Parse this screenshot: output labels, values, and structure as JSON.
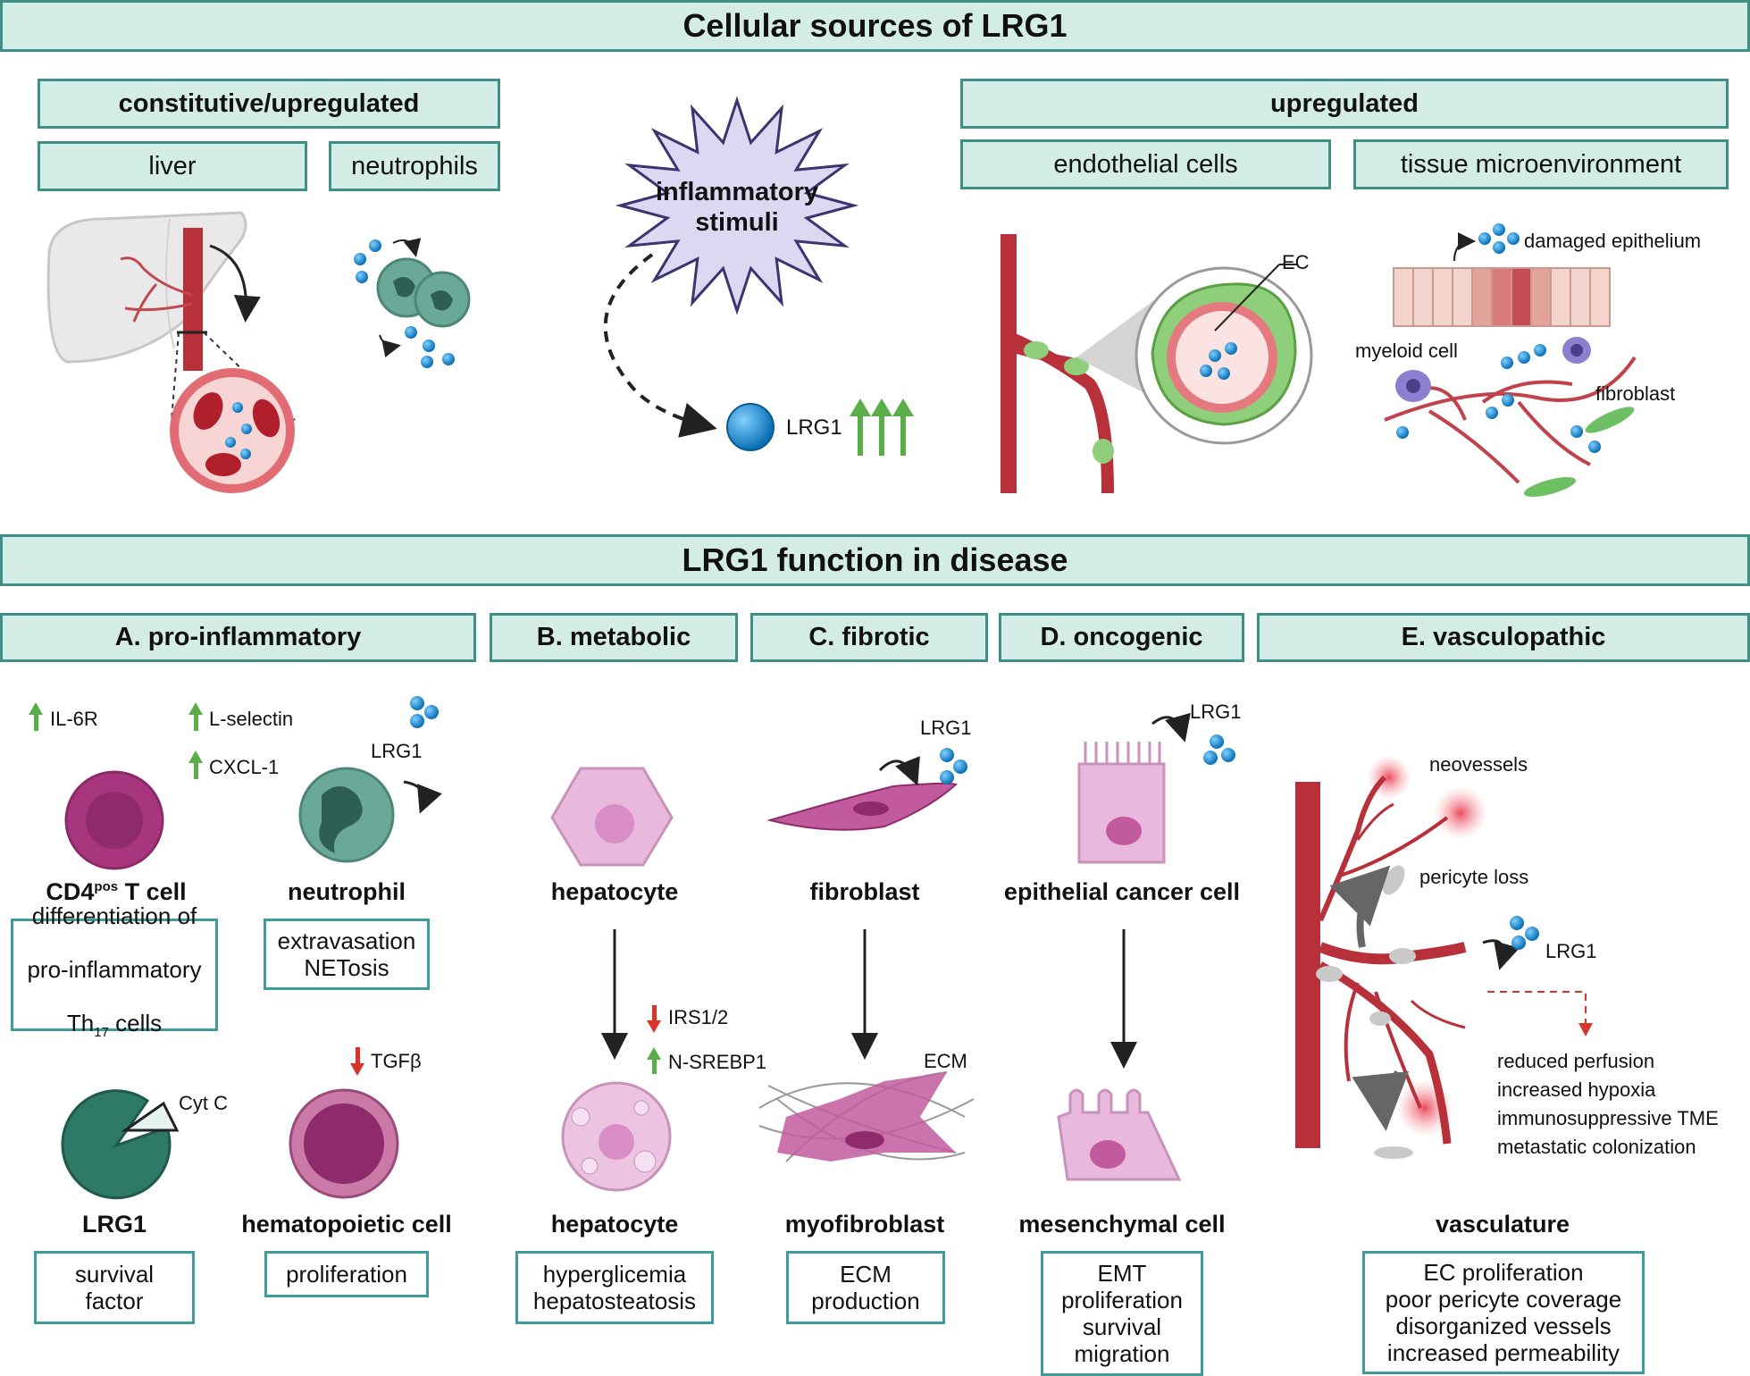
{
  "top": {
    "title": "Cellular sources of LRG1",
    "left_header": "constitutive/upregulated",
    "liver": "liver",
    "neutrophils": "neutrophils",
    "stimuli": "inflammatory stimuli",
    "lrg1": "LRG1",
    "right_header": "upregulated",
    "endothelial": "endothelial cells",
    "tissue": "tissue microenvironment",
    "ec": "EC",
    "damaged": "damaged epithelium",
    "myeloid": "myeloid cell",
    "fibroblast": "fibroblast"
  },
  "bottom": {
    "title": "LRG1 function in disease",
    "sections": [
      {
        "label": "A. pro-inflammatory"
      },
      {
        "label": "B. metabolic"
      },
      {
        "label": "C. fibrotic"
      },
      {
        "label": "D. oncogenic"
      },
      {
        "label": "E. vasculopathic"
      }
    ],
    "a": {
      "il6r": "IL-6R",
      "lselectin": "L-selectin",
      "cxcl1": "CXCL-1",
      "lrg1": "LRG1",
      "cd4_main": "CD4",
      "cd4_sup": "pos",
      "cd4_end": " T cell",
      "neutrophil": "neutrophil",
      "th17_l1": "differentiation of",
      "th17_l2": "pro-inflammatory",
      "th17_l3a": "Th",
      "th17_sub": "17",
      "th17_l3b": " cells",
      "extrav": "extravasation\nNETosis",
      "tgfb": "TGFβ",
      "cytc": "Cyt C",
      "lrg1_name": "LRG1",
      "hemato": "hematopoietic cell",
      "survival": "survival\nfactor",
      "prolif": "proliferation"
    },
    "b": {
      "hep1": "hepatocyte",
      "irs": "IRS1/2",
      "srebp": "N-SREBP1",
      "hep2": "hepatocyte",
      "outcome": "hyperglicemia\nhepatosteatosis"
    },
    "c": {
      "lrg1": "LRG1",
      "fibro": "fibroblast",
      "ecm": "ECM",
      "myo": "myofibroblast",
      "outcome": "ECM\nproduction"
    },
    "d": {
      "lrg1": "LRG1",
      "epi": "epithelial cancer cell",
      "mes": "mesenchymal cell",
      "outcome": "EMT\nproliferation\nsurvival\nmigration"
    },
    "e": {
      "neo": "neovessels",
      "pericyte": "pericyte loss",
      "lrg1": "LRG1",
      "effects": [
        "reduced perfusion",
        "increased hypoxia",
        "immunosuppressive TME",
        "metastatic colonization"
      ],
      "vasc": "vasculature",
      "outcome": "EC proliferation\npoor pericyte coverage\ndisorganized vessels\nincreased permeability"
    }
  },
  "colors": {
    "header_fill": "#d4ece6",
    "header_border": "#3f8f86",
    "box_border": "#3f9c9c",
    "lrg1_blue": "#1e90d6",
    "vessel_red": "#a4262c",
    "up_green": "#5aae4a",
    "down_red": "#d6352b"
  }
}
